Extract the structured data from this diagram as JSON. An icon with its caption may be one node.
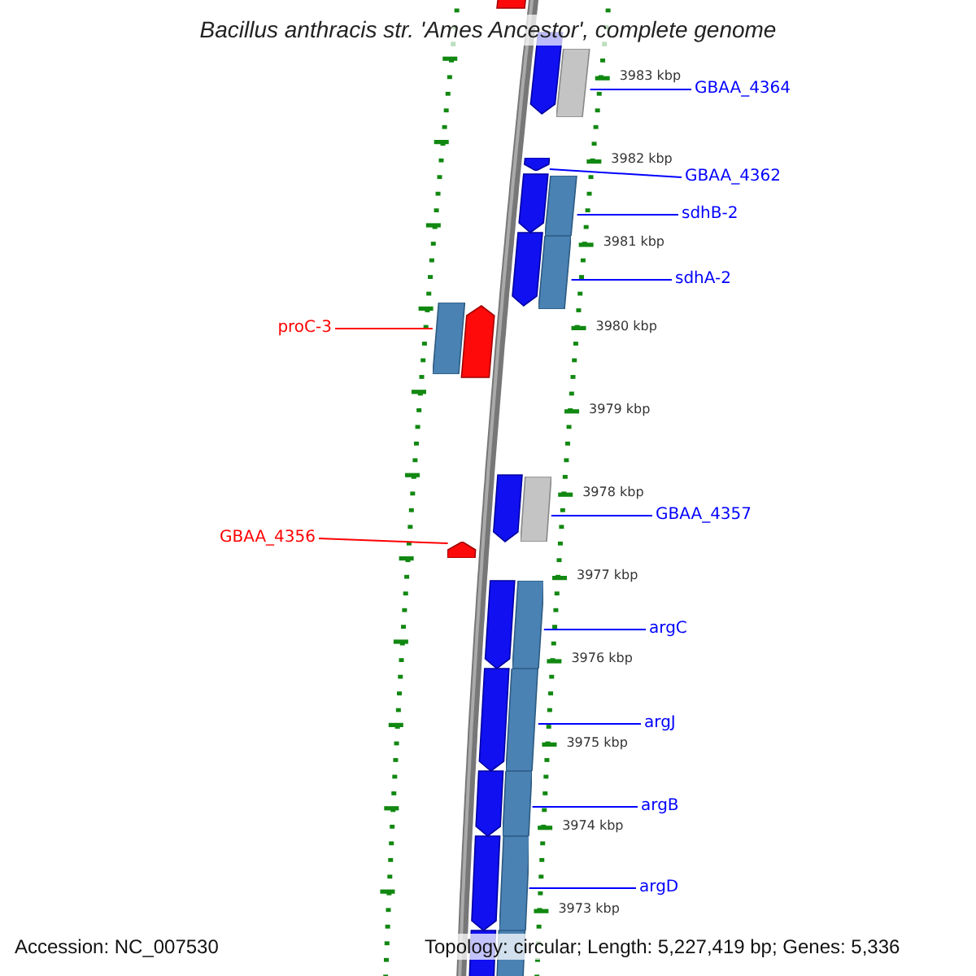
{
  "diagram": {
    "title": "Bacillus anthracis str. 'Ames Ancestor', complete genome",
    "nodes": [
      {
        "text": [
          "GBAA_4364"
        ]
      },
      {
        "text": [],
        "shape": "box"
      },
      {
        "text": [
          "GBAA_4362"
        ]
      },
      {
        "text": [],
        "shape": "arrow"
      },
      {
        "text": [
          "sdhB-2"
        ]
      },
      {
        "text": [],
        "shape": "box"
      },
      {
        "text": [
          "sdhA-2"
        ]
      },
      {
        "text": [],
        "shape": "box"
      },
      {
        "text": [
          "proC-3"
        ]
      },
      {
        "text": [],
        "shape": "box"
      },
      {
        "text": [
          "GBAA_4356"
        ]
      },
      {
        "text": [],
        "shape": "arrow"
      },
      {
        "text": [
          "GBAA_4357"
        ]
      },
      {
        "text": [],
        "shape": "box"
      },
      {
        "text": [
          "argC"
        ]
      },
      {
        "text": [],
        "shape": "box"
      },
      {
        "text": [
          "argJ"
        ]
      },
      {
        "text": [],
        "shape": "box"
      },
      {
        "text": [
          "argB"
        ]
      },
      {
        "text": [],
        "shape": "box"
      },
      {
        "text": [
          "argD"
        ]
      },
      {
        "text": [],
        "shape": "box"
      }
    ],
    "edges": [
      {
        "from": 0,
        "to": 1,
        "arrow": "none"
      },
      {
        "from": 2,
        "to": 3,
        "arrow": "none"
      },
      {
        "from": 4,
        "to": 5,
        "arrow": "none"
      },
      {
        "from": 6,
        "to": 7,
        "arrow": "none"
      },
      {
        "from": 8,
        "to": 9,
        "arrow": "none",
        "color": "#ff0000"
      },
      {
        "from": 10,
        "to": 11,
        "arrow": "none",
        "color": "#ff0000"
      },
      {
        "from": 12,
        "to": 13,
        "arrow": "none"
      },
      {
        "from": 14,
        "to": 15,
        "arrow": "none"
      },
      {
        "from": 16,
        "to": 17,
        "arrow": "none"
      },
      {
        "from": 18,
        "to": 19,
        "arrow": "none"
      },
      {
        "from": 20,
        "to": 21,
        "arrow": "none"
      }
    ],
    "labels": [
      "3983 kbp",
      "3982 kbp",
      "3981 kbp",
      "3980 kbp",
      "3979 kbp",
      "3978 kbp",
      "3977 kbp",
      "3976 kbp",
      "3975 kbp",
      "3974 kbp",
      "3973 kbp",
      "Accession: NC_007530",
      "Topology: circular; Length: 5,227,419 bp; Genes: 5,336"
    ]
  }
}
